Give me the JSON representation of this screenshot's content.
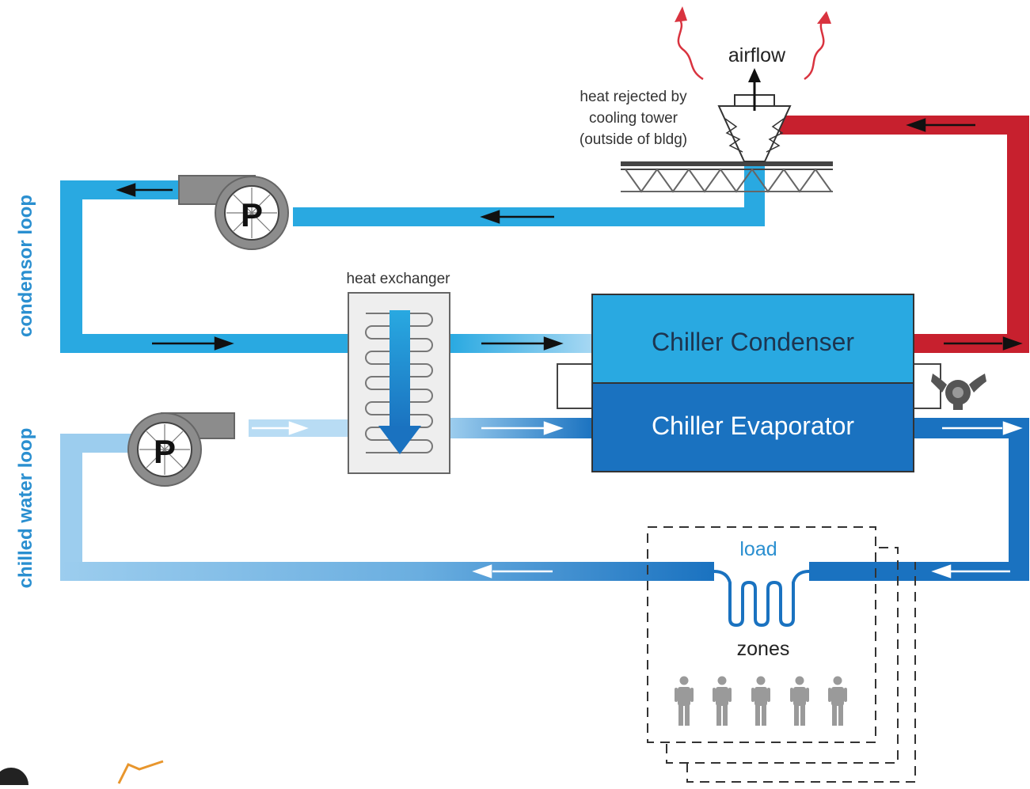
{
  "labels": {
    "airflow": "airflow",
    "cooling_tower_line1": "heat rejected by",
    "cooling_tower_line2": "cooling tower",
    "cooling_tower_line3": "(outside of bldg)",
    "heat_exchanger": "heat exchanger",
    "chiller_condenser": "Chiller Condenser",
    "chiller_evaporator": "Chiller Evaporator",
    "condensor_loop": "condensor loop",
    "chilled_water_loop": "chilled water loop",
    "load": "load",
    "zones": "zones",
    "pump_letter": "P"
  },
  "colors": {
    "condenser_blue": "#29a9e1",
    "evaporator_blue": "#1a72c0",
    "light_blue": "#86c3e8",
    "hot_red": "#c7202e",
    "pump_gray": "#8c8c8c",
    "person_gray": "#9a9a9a",
    "label_blue": "#2a8fd0"
  },
  "icons": {
    "pump": "pump-icon",
    "valve": "valve-icon",
    "person": "person-icon",
    "heat_wave": "heat-wave-icon"
  }
}
